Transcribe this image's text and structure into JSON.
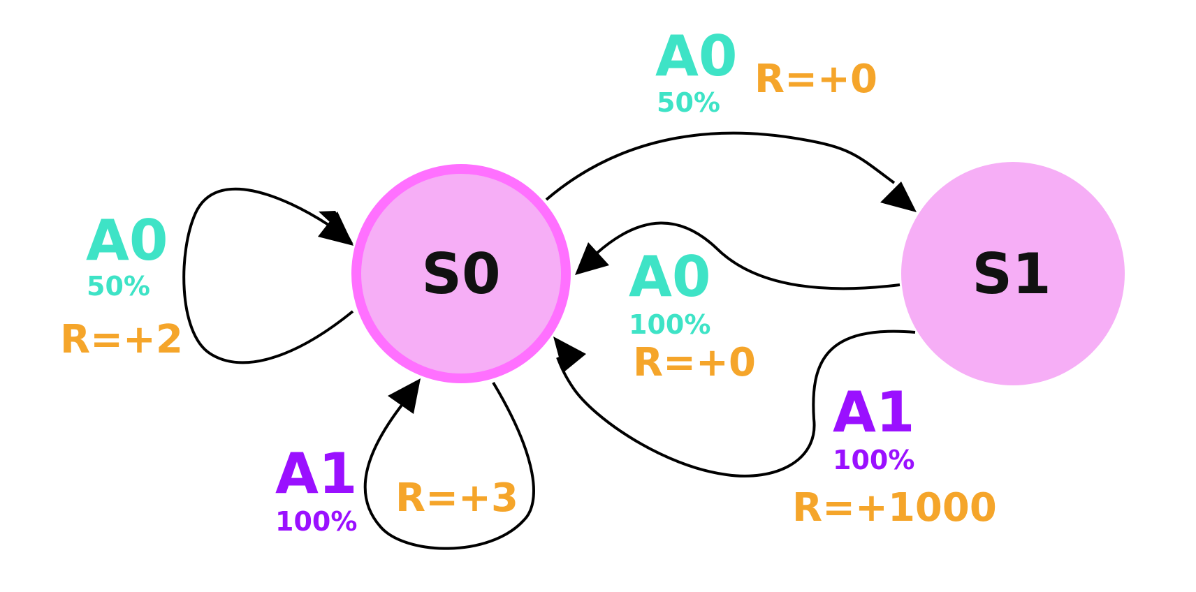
{
  "colors": {
    "node_fill": "#f6aef6",
    "node_border_active": "#ff70ff",
    "action_a0": "#3ee3c6",
    "action_a1": "#9a10ff",
    "reward": "#f5a52a",
    "edge": "#000000",
    "text_dark": "#111111"
  },
  "nodes": [
    {
      "id": "s0",
      "label": "S0",
      "highlighted": true
    },
    {
      "id": "s1",
      "label": "S1",
      "highlighted": false
    }
  ],
  "transitions": [
    {
      "id": "s0-self-a0",
      "from": "S0",
      "to": "S0",
      "action": "A0",
      "probability": "50%",
      "reward": "R=+2"
    },
    {
      "id": "s0-s1-a0",
      "from": "S0",
      "to": "S1",
      "action": "A0",
      "probability": "50%",
      "reward": "R=+0"
    },
    {
      "id": "s0-self-a1",
      "from": "S0",
      "to": "S0",
      "action": "A1",
      "probability": "100%",
      "reward": "R=+3"
    },
    {
      "id": "s1-s0-a0",
      "from": "S1",
      "to": "S0",
      "action": "A0",
      "probability": "100%",
      "reward": "R=+0"
    },
    {
      "id": "s1-s0-a1",
      "from": "S1",
      "to": "S0",
      "action": "A1",
      "probability": "100%",
      "reward": "R=+1000"
    }
  ]
}
